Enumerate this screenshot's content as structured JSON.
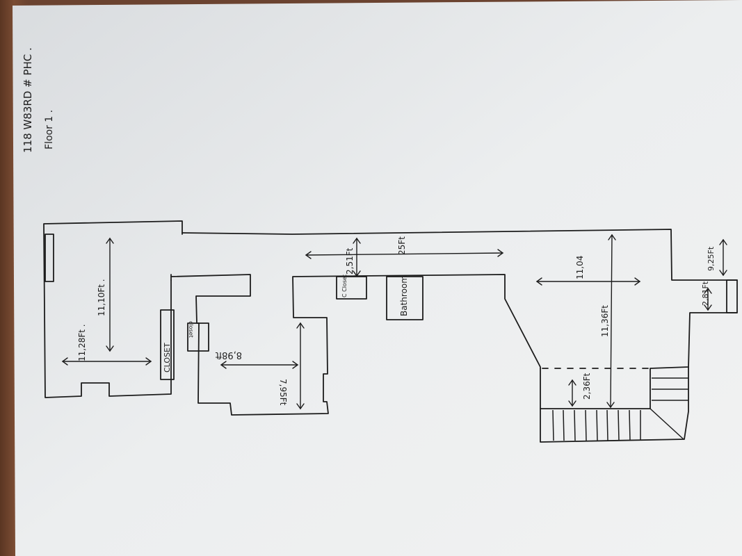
{
  "header": {
    "address": "118 W83RD # PHC .",
    "floor": "Floor 1 ."
  },
  "dimensions": {
    "d1": "11,28Ft .",
    "d2": "11,10Ft .",
    "d3": "8,98ft",
    "d4": "7,95Ft",
    "d5": "2,51Ft",
    "d6": "25Ft",
    "d7": "11,04",
    "d8": "11,36Ft",
    "d9": "2,36Ft",
    "d10": "2,81Ft",
    "d11": "9,25Ft"
  },
  "labels": {
    "closet": "CLOSET",
    "closet_small_1": "closet",
    "closet_small_2": "C Closet",
    "bathroom": "Bathroom"
  }
}
